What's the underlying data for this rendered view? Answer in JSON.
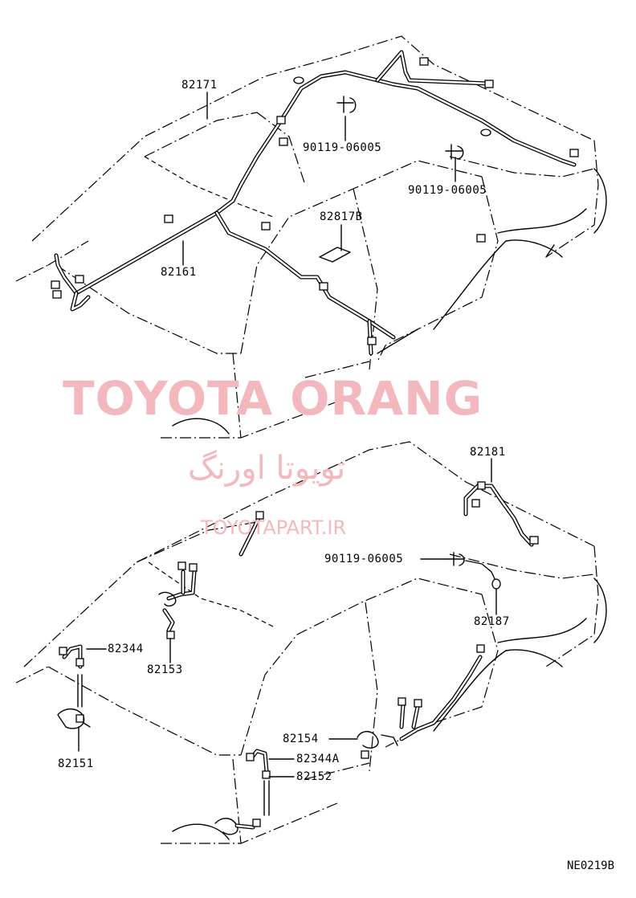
{
  "watermark": {
    "brand": "TOYOTA ORANG",
    "brand_fa": "تویوتا اورنگ",
    "site": "TOYOTAPART.IR"
  },
  "labels": {
    "p82171": "82171",
    "p90119_a": "90119-06005",
    "p90119_b": "90119-06005",
    "p82817b": "82817B",
    "p82161": "82161",
    "p82181": "82181",
    "p90119_c": "90119-06005",
    "p82187": "82187",
    "p82344": "82344",
    "p82153": "82153",
    "p82151": "82151",
    "p82154": "82154",
    "p82344a": "82344A",
    "p82152": "82152"
  },
  "drawing_code": "NE0219B"
}
